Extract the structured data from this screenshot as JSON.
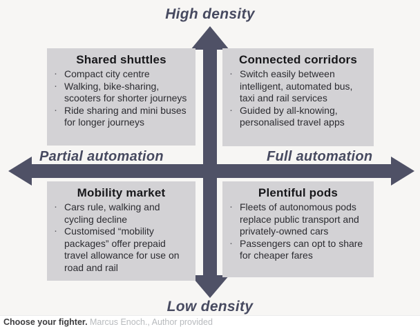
{
  "colors": {
    "page-bg": "#f7f6f4",
    "box-bg": "#d3d2d5",
    "arrow-color": "#4f5166",
    "axis-color": "#474a60",
    "title-color": "#17171a",
    "body-color": "#2b2b30",
    "caption-dark": "#3c3c3e",
    "caption-light": "#b7babd"
  },
  "axes": {
    "top": "High density",
    "bottom": "Low density",
    "left": "Partial automation",
    "right": "Full automation"
  },
  "quadrants": [
    {
      "id": "shared-shuttles",
      "title": "Shared shuttles",
      "bullets": [
        "Compact city centre",
        "Walking, bike-sharing, scooters for shorter journeys",
        "Ride sharing and mini buses for longer journeys"
      ]
    },
    {
      "id": "connected-corridors",
      "title": "Connected corridors",
      "bullets": [
        "Switch easily between intelligent, automated bus, taxi and rail services",
        "Guided by all-knowing, personalised travel apps"
      ]
    },
    {
      "id": "mobility-market",
      "title": "Mobility market",
      "bullets": [
        "Cars rule, walking and cycling decline",
        "Customised “mobility packages” offer prepaid travel allowance for use on road and rail"
      ]
    },
    {
      "id": "plentiful-pods",
      "title": "Plentiful pods",
      "bullets": [
        "Fleets of autonomous pods replace public transport and privately-owned cars",
        "Passengers can opt to share for cheaper fares"
      ]
    }
  ],
  "caption": {
    "title": "Choose your fighter.",
    "credit": " Marcus Enoch., Author provided"
  }
}
